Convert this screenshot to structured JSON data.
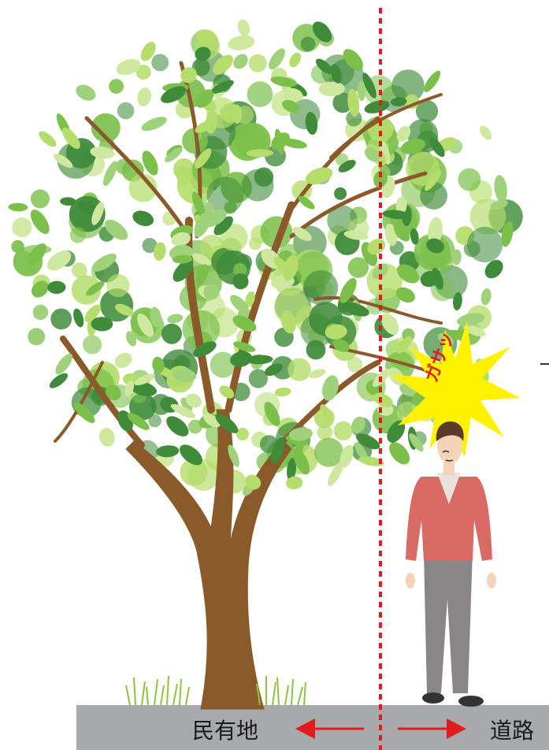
{
  "labels": {
    "private_land": "民有地",
    "road": "道路",
    "impact_sound": "ガサッ"
  },
  "colors": {
    "ground": "#a7a9ac",
    "boundary_line": "#e21b1b",
    "arrow": "#e21b1b",
    "trunk": "#8b5a2b",
    "leaf_light": "#b5dd6b",
    "leaf_mid": "#7cc04b",
    "leaf_dark": "#3f8b3a",
    "burst": "#fff200",
    "shirt": "#d96a64",
    "pants": "#8a8587",
    "skin": "#f6d3b8",
    "hair": "#5b3a2a"
  },
  "icons": {
    "tree": "deciduous-tree-icon",
    "person": "pedestrian-icon",
    "burst": "impact-burst-icon",
    "arrow_left": "arrow-left-icon",
    "arrow_right": "arrow-right-icon"
  }
}
